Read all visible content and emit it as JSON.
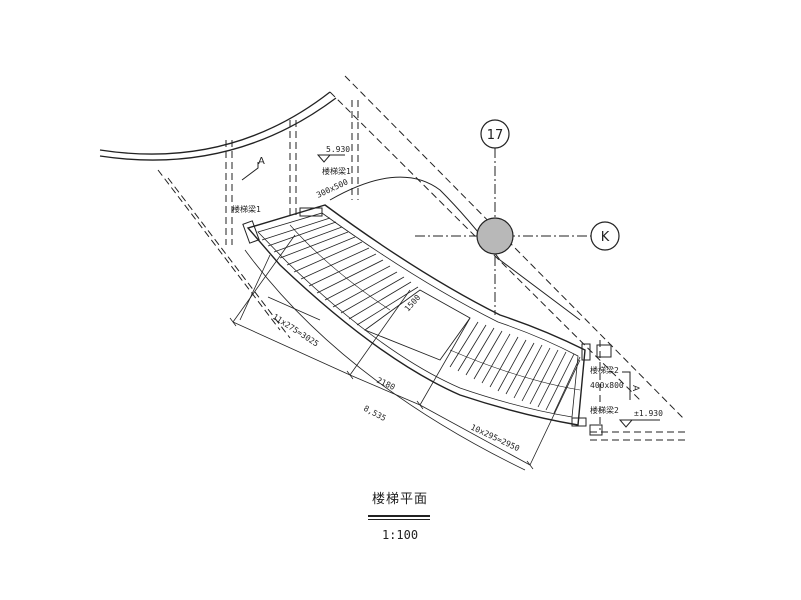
{
  "plan": {
    "title": "楼梯平面",
    "scale": "1:100"
  },
  "grid": {
    "axis_vertical": "17",
    "axis_horizontal": "K"
  },
  "annotations": {
    "elevation_top": "5.930",
    "elevation_bottom": "±1.930",
    "section_mark": "A",
    "section_mark_2": "A",
    "beam_top": "300x500",
    "beam_right": "400x800",
    "top_label": "楼梯梁1",
    "left_label": "楼梯梁1",
    "right_label_1": "楼梯梁2",
    "right_label_2": "楼梯梁2",
    "landing_dim": "1500",
    "flight_upper_dim": "11x275=3025",
    "landing_lower_dim": "2180",
    "flight_lower_dim": "10x295=2950",
    "overall_dim": "8,535"
  },
  "colors": {
    "line": "#222222",
    "column_fill": "#b8b8b8"
  }
}
